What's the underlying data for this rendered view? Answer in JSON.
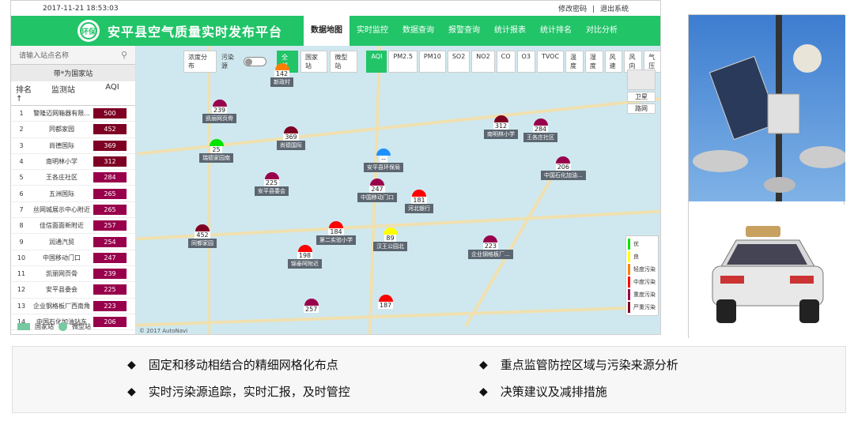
{
  "topbar": {
    "datetime": "2017-11-21 18:53:03",
    "change_password": "修改密码",
    "separator": "|",
    "logout": "退出系统"
  },
  "header": {
    "title": "安平县空气质量实时发布平台",
    "logo_text": "环保"
  },
  "nav": [
    "数据地图",
    "实时监控",
    "数据查询",
    "报警查询",
    "统计报表",
    "统计排名",
    "对比分析"
  ],
  "nav_active": 0,
  "sidebar": {
    "search_placeholder": "请输入站点名称",
    "subtitle": "带*为国家站",
    "columns": [
      "排名↑",
      "监测站",
      "AQI"
    ],
    "rows": [
      {
        "rank": "1",
        "name": "警隆迈网箱器有限...",
        "aqi": "500",
        "color": "#7e0023"
      },
      {
        "rank": "2",
        "name": "同都家园",
        "aqi": "452",
        "color": "#7e0023"
      },
      {
        "rank": "3",
        "name": "尚德国际",
        "aqi": "369",
        "color": "#7e0023"
      },
      {
        "rank": "4",
        "name": "南明林小学",
        "aqi": "312",
        "color": "#7e0023"
      },
      {
        "rank": "5",
        "name": "王各庄社区",
        "aqi": "284",
        "color": "#99004c"
      },
      {
        "rank": "6",
        "name": "五洲国际",
        "aqi": "265",
        "color": "#99004c"
      },
      {
        "rank": "7",
        "name": "丝网城展示中心附近",
        "aqi": "265",
        "color": "#99004c"
      },
      {
        "rank": "8",
        "name": "佳信面面新附近",
        "aqi": "257",
        "color": "#99004c"
      },
      {
        "rank": "9",
        "name": "润通汽贸",
        "aqi": "254",
        "color": "#99004c"
      },
      {
        "rank": "10",
        "name": "中国移动门口",
        "aqi": "247",
        "color": "#99004c"
      },
      {
        "rank": "11",
        "name": "凯丽网页骨",
        "aqi": "239",
        "color": "#99004c"
      },
      {
        "rank": "12",
        "name": "安平县委会",
        "aqi": "225",
        "color": "#99004c"
      },
      {
        "rank": "13",
        "name": "企业钢格板厂西南角",
        "aqi": "223",
        "color": "#99004c"
      },
      {
        "rank": "14",
        "name": "中国石化加油站东",
        "aqi": "206",
        "color": "#99004c"
      }
    ],
    "legend_national": "国家站",
    "legend_micro": "微型站"
  },
  "toolbar": {
    "distribution": "浓度分布",
    "pollution_source": "污染源",
    "station_types": [
      "全部",
      "国家站",
      "微型站"
    ],
    "pollutants": [
      "AQI",
      "PM2.5",
      "PM10",
      "SO2",
      "NO2",
      "CO",
      "O3",
      "TVOC",
      "温度",
      "湿度",
      "风速",
      "风向",
      "气压"
    ]
  },
  "map_type": {
    "satellite": "卫星",
    "roadnet": "路网"
  },
  "markers": [
    {
      "value": "142",
      "label": "新政村",
      "color": "#ff7e00"
    },
    {
      "value": "239",
      "label": "凯丽网页骨",
      "color": "#99004c"
    },
    {
      "value": "369",
      "label": "尚德国际",
      "color": "#7e0023"
    },
    {
      "value": "25",
      "label": "瑞德家园南",
      "color": "#00e400"
    },
    {
      "value": "225",
      "label": "安平县委会",
      "color": "#99004c"
    },
    {
      "value": "--",
      "label": "安平县环保局",
      "color": "#1e90ff"
    },
    {
      "value": "247",
      "label": "中国移动门口",
      "color": "#99004c"
    },
    {
      "value": "312",
      "label": "南明林小学",
      "color": "#7e0023"
    },
    {
      "value": "284",
      "label": "王各庄社区",
      "color": "#99004c"
    },
    {
      "value": "206",
      "label": "中国石化加油...",
      "color": "#99004c"
    },
    {
      "value": "181",
      "label": "河北银行",
      "color": "#ff0000"
    },
    {
      "value": "452",
      "label": "同都家园",
      "color": "#7e0023"
    },
    {
      "value": "184",
      "label": "第二实验小学",
      "color": "#ff0000"
    },
    {
      "value": "89",
      "label": "汉王公园北",
      "color": "#ffff00"
    },
    {
      "value": "198",
      "label": "锦泰阿附近",
      "color": "#ff0000"
    },
    {
      "value": "223",
      "label": "企业钢格板厂...",
      "color": "#99004c"
    },
    {
      "value": "257",
      "label": "",
      "color": "#99004c"
    },
    {
      "value": "187",
      "label": "",
      "color": "#ff0000"
    }
  ],
  "aqi_legend": [
    {
      "label": "优",
      "color": "#00e400"
    },
    {
      "label": "良",
      "color": "#ffff00"
    },
    {
      "label": "轻度污染",
      "color": "#ff7e00"
    },
    {
      "label": "中度污染",
      "color": "#ff0000"
    },
    {
      "label": "重度污染",
      "color": "#99004c"
    },
    {
      "label": "严重污染",
      "color": "#7e0023"
    }
  ],
  "copyright": "© 2017 AutoNavi",
  "bullets": [
    "固定和移动相结合的精细网格化布点",
    "重点监管防控区域与污染来源分析",
    "实时污染源追踪，实时汇报，及时管控",
    "决策建议及减排措施"
  ],
  "bullet_symbol": "◆"
}
